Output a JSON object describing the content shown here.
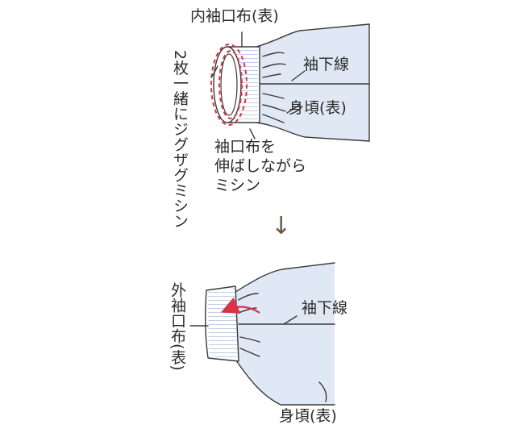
{
  "top": {
    "inner_cuff_label": "内袖口布(表)",
    "underarm_label": "袖下線",
    "body_label": "身頃(表)",
    "stretch_note_lines": [
      "袖口布を",
      "伸ばしながら",
      "ミシン"
    ],
    "stitch_note": "2枚一緒にジグザグミシン"
  },
  "arrow": "↓",
  "bottom": {
    "outer_cuff_label": "外袖口布(表)",
    "underarm_label": "袖下線",
    "body_label": "身頃(表)"
  },
  "colors": {
    "body_fill": "#dfe8f4",
    "outline": "#3a3a3a",
    "accent_red": "#d8334a",
    "stripe": "#b9c6dd"
  }
}
